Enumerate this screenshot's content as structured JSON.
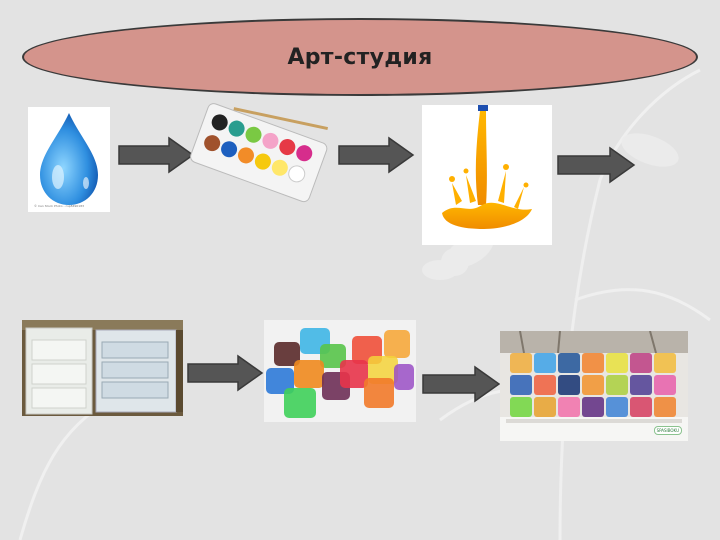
{
  "slide": {
    "title": "Арт-студия"
  },
  "images": {
    "water_drop": {
      "watermark": "© Can Stock Photo - csp8490183"
    },
    "frozen_bricks": {
      "badge": "SPASIBOKU"
    }
  },
  "colors": {
    "title_fill": "#d4948c",
    "arrow_fill": "#555555",
    "background": "#e3e3e3"
  }
}
